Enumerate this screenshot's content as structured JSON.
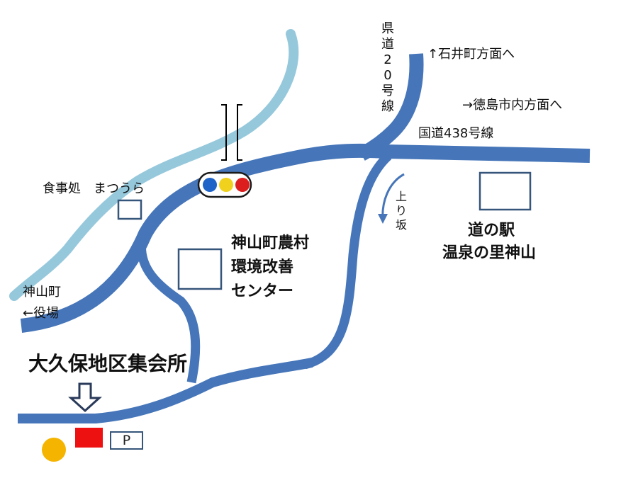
{
  "labels": {
    "prefectural_road": "県道20号線",
    "ishii_direction": "↑石井町方面へ",
    "tokushima_direction": "→徳島市内方面へ",
    "national_road": "国道438号線",
    "restaurant": "食事処　まつうら",
    "uphill": "上り坂",
    "michinoeki_line1": "道の駅",
    "michinoeki_line2": "温泉の里神山",
    "center_line1": "神山町農村",
    "center_line2": "環境改善",
    "center_line3": "センター",
    "town_office_line1": "神山町",
    "town_office_line2": "←役場",
    "destination": "大久保地区集会所",
    "parking": "P"
  },
  "colors": {
    "road": "#4676b9",
    "river": "#96c8dc",
    "building_outline": "#36557a",
    "signal_blue": "#1e64c8",
    "signal_yellow": "#f0d21e",
    "signal_red": "#dc1e1e",
    "destination_marker": "#ee1111",
    "orange_dot": "#f5b400"
  },
  "icons": {
    "traffic_signal": "traffic-light-icon",
    "bridge": "bridge-icon",
    "destination_arrow": "down-arrow-icon"
  }
}
